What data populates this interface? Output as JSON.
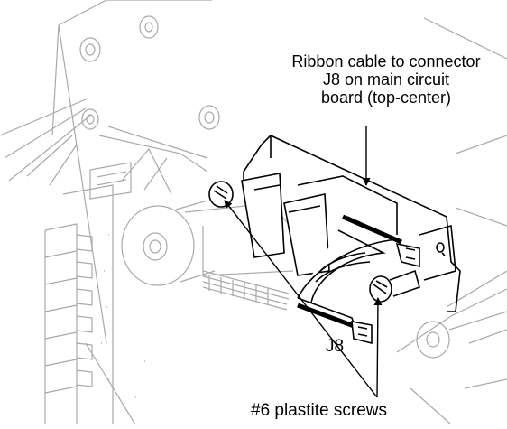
{
  "callouts": {
    "ribbon_cable": {
      "line1": "Ribbon cable to connector",
      "line2": "J8 on main circuit",
      "line3": "board (top-center)"
    },
    "connector": "J8",
    "screws": "#6 plastite screws"
  },
  "colors": {
    "background": "#ffffff",
    "ghost_line": "#a9a9a9",
    "ink": "#000000"
  }
}
